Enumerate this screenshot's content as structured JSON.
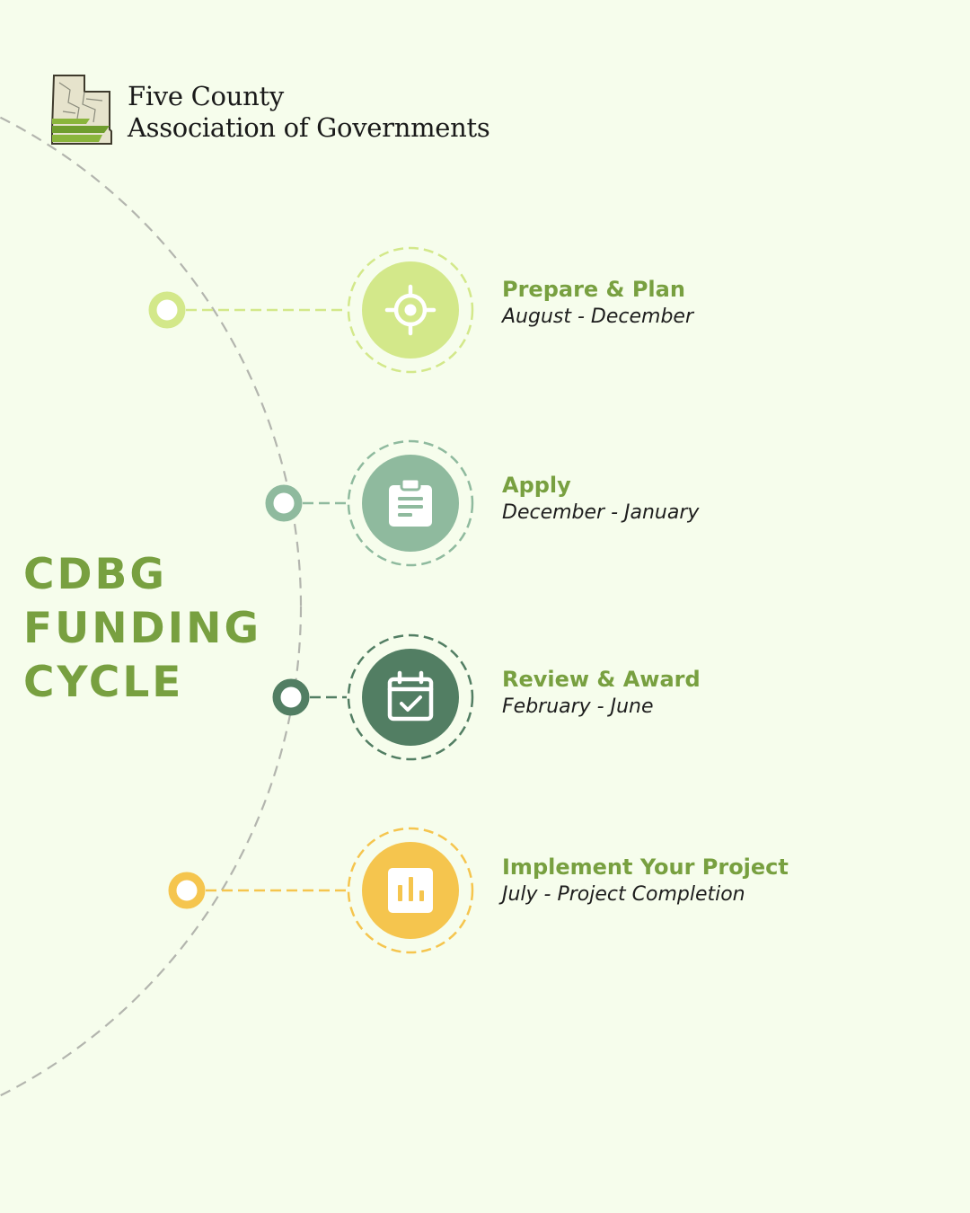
{
  "org": {
    "name_line1": "Five County",
    "name_line2": "Association of Governments",
    "logo_icon": "utah-map-icon"
  },
  "title": {
    "line1": "CDBG",
    "line2": "FUNDING",
    "line3": "CYCLE"
  },
  "steps": [
    {
      "title": "Prepare & Plan",
      "dates": "August - December",
      "icon": "target-icon",
      "color": "#d3e88a",
      "node_color": "#d3e88a"
    },
    {
      "title": "Apply",
      "dates": "December - January",
      "icon": "clipboard-icon",
      "color": "#8fba9e",
      "node_color": "#8fba9e"
    },
    {
      "title": "Review & Award",
      "dates": "February - June",
      "icon": "calendar-check-icon",
      "color": "#527e63",
      "node_color": "#527e63"
    },
    {
      "title": "Implement Your Project",
      "dates": "July - Project Completion",
      "icon": "bar-chart-icon",
      "color": "#f5c54e",
      "node_color": "#f5c54e"
    }
  ],
  "colors": {
    "background": "#f6fdec",
    "accent_green": "#78a040",
    "arc_gray": "#b3b5ae",
    "text_dark": "#1e1e1e"
  }
}
